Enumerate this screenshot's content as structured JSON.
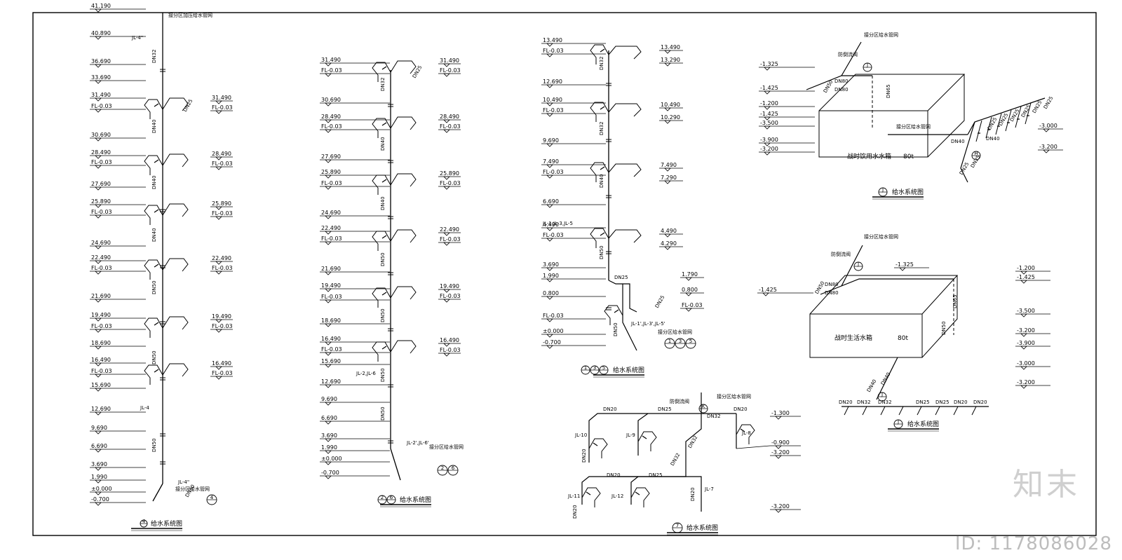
{
  "watermark": {
    "logo": "知末",
    "id": "ID: 1178086028"
  },
  "diagram1": {
    "levels": [
      "41.190",
      "40.890",
      "36.690",
      "33.690",
      "31.490",
      "FL-0.03",
      "30.690",
      "28.490",
      "FL-0.03",
      "27.690",
      "25.890",
      "FL-0.03",
      "24.690",
      "22.490",
      "FL-0.03",
      "21.690",
      "19.490",
      "FL-0.03",
      "18.690",
      "16.490",
      "FL-0.03",
      "15.690",
      "12.690",
      "9.690",
      "6.690",
      "3.690",
      "1.990",
      "±0.000",
      "-0.700"
    ],
    "right_levels": [
      "31.490",
      "FL-0.03",
      "28.490",
      "FL-0.03",
      "25.890",
      "FL-0.03",
      "22.490",
      "FL-0.03",
      "19.490",
      "FL-0.03",
      "16.490",
      "FL-0.03"
    ],
    "tags": [
      "JL-4\"",
      "DN32",
      "DN40",
      "DN40",
      "DN40",
      "DN50",
      "DN50",
      "DN50",
      "JL-4",
      "JL-4\"",
      "DN50",
      "DN25"
    ],
    "notes": [
      "接分区加压给水管网",
      "接分区给水管网"
    ],
    "title": "给水系统图",
    "circle": "4"
  },
  "diagram2": {
    "levels": [
      "31.490",
      "FL-0.03",
      "30.690",
      "28.490",
      "FL-0.03",
      "27.690",
      "25.890",
      "FL-0.03",
      "24.690",
      "22.490",
      "FL-0.03",
      "21.690",
      "19.490",
      "FL-0.03",
      "18.690",
      "16.490",
      "FL-0.03",
      "15.690",
      "12.690",
      "9.690",
      "6.690",
      "3.690",
      "1.990",
      "±0.000",
      "-0.700"
    ],
    "right_levels": [
      "31.490",
      "FL-0.03",
      "28.490",
      "FL-0.03",
      "25.890",
      "FL-0.03",
      "22.490",
      "FL-0.03",
      "19.490",
      "FL-0.03",
      "16.490",
      "FL-0.03"
    ],
    "tags": [
      "DN32",
      "DN40",
      "DN40",
      "DN50",
      "DN50",
      "DN50",
      "DN50",
      "JL-2,JL-6",
      "JL-2',JL-6'",
      "DN25"
    ],
    "notes": [
      "接分区给水管网"
    ],
    "title": "给水系统图",
    "circles": [
      "2",
      "6"
    ]
  },
  "diagram3": {
    "levels": [
      "13.490",
      "FL-0.03",
      "12.690",
      "10.490",
      "FL-0.03",
      "9.690",
      "7.490",
      "FL-0.03",
      "6.690",
      "4.490",
      "FL-0.03",
      "3.690",
      "1.990",
      "0.800",
      "FL-0.03",
      "±0.000",
      "-0.700"
    ],
    "right_levels": [
      "13.490",
      "13.290",
      "10.490",
      "10.290",
      "7.490",
      "7.290",
      "4.490",
      "4.290",
      "1.790",
      "0.800",
      "FL-0.03"
    ],
    "tags": [
      "DN32",
      "DN32",
      "DN40",
      "DN50",
      "DN25",
      "JL-1,JL-3,JL-5",
      "JL-1',JL-3',JL-5'",
      "DN50",
      "DN25"
    ],
    "notes": [
      "接分区给水管网"
    ],
    "title": "给水系统图",
    "circles": [
      "1",
      "3",
      "5"
    ]
  },
  "diagram4": {
    "levels": [
      "-1.300",
      "-0.900",
      "-3.200",
      "-3.200"
    ],
    "tags": [
      "JL-10",
      "JL-9",
      "JL-8",
      "JL-11",
      "JL-12",
      "JL-7",
      "DN20",
      "DN25",
      "DN32",
      "DN20",
      "DN20",
      "DN25",
      "DN20",
      "DN20",
      "DN32",
      "DN32",
      "DN20"
    ],
    "notes": [
      "接分区给水管网",
      "防倒流阀"
    ],
    "circle_k": "K",
    "title": "给水系统图",
    "circle": "7"
  },
  "diagram5": {
    "levels_left": [
      "-1.325",
      "-1.425",
      "-1.200",
      "-1.425",
      "-3.500",
      "-3.900",
      "-3.200"
    ],
    "levels_right": [
      "-3.000",
      "-3.200"
    ],
    "tank": "战时饮用水水箱",
    "capacity": "80t",
    "tags": [
      "DN50",
      "DN80",
      "DN80",
      "DN65",
      "DN40",
      "DN40",
      "DN25",
      "DN25",
      "DN25",
      "DN25",
      "DN25",
      "DN25",
      "DN25",
      "DN25"
    ],
    "notes": [
      "接分区给水管网",
      "防倒流阀",
      "接分区给水管网"
    ],
    "title": "给水系统图",
    "circle_j": "J",
    "circle_h": "H"
  },
  "diagram6": {
    "levels_left": [
      "-1.425"
    ],
    "levels_top": [
      "-1.325"
    ],
    "levels_right": [
      "-1.200",
      "-1.425",
      "-3.500",
      "-3.200",
      "-3.900",
      "-3.000",
      "-3.200"
    ],
    "tank": "战时生活水箱",
    "capacity": "80t",
    "tags": [
      "DN50",
      "DN80",
      "DN80",
      "DN65",
      "DN50",
      "DN40",
      "DN40",
      "DN20",
      "DN32",
      "DN32",
      "DN25",
      "DN25",
      "DN20",
      "DN20"
    ],
    "notes": [
      "接分区给水管网",
      "防倒流阀"
    ],
    "title": "给水系统图",
    "circle_j": "J"
  }
}
